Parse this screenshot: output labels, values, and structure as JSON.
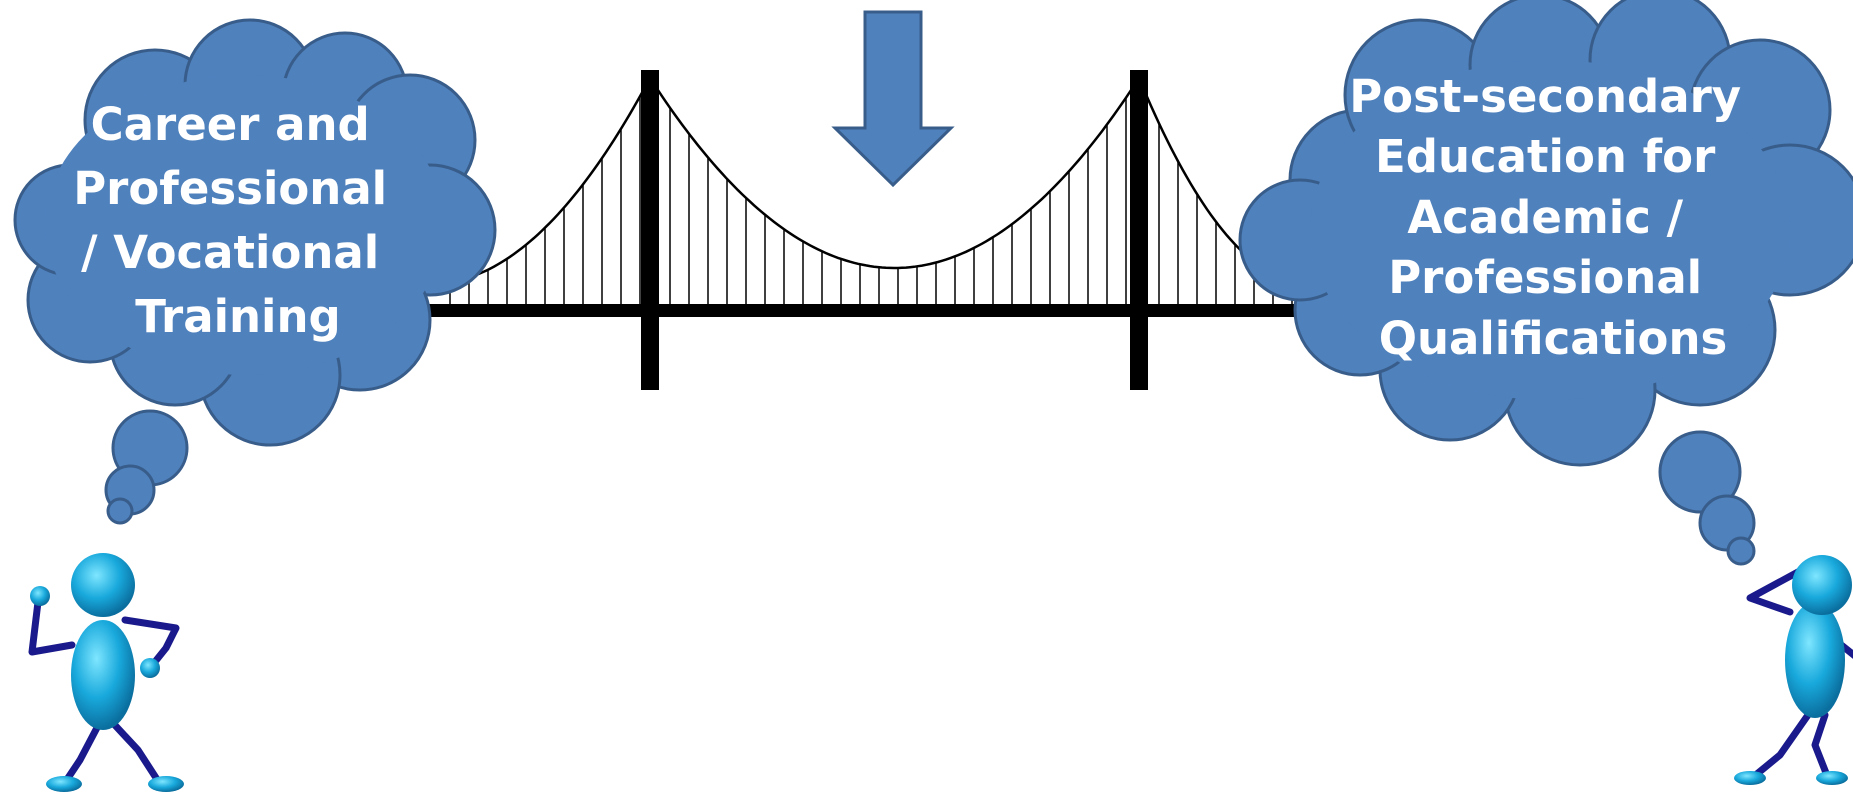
{
  "left_cloud": {
    "lines": [
      "Career and",
      "Professional",
      "/ Vocational",
      "Training"
    ]
  },
  "right_cloud": {
    "lines": [
      "Post-secondary",
      "Education for",
      "Academic /",
      "Professional",
      "Qualifications"
    ]
  },
  "colors": {
    "cloud_fill": "#4f81bd",
    "cloud_stroke": "#385d8a",
    "arrow_fill": "#4f81bd",
    "bridge": "#000000",
    "figure_body": "#1aa5d6",
    "figure_limbs": "#1a1a8c"
  }
}
